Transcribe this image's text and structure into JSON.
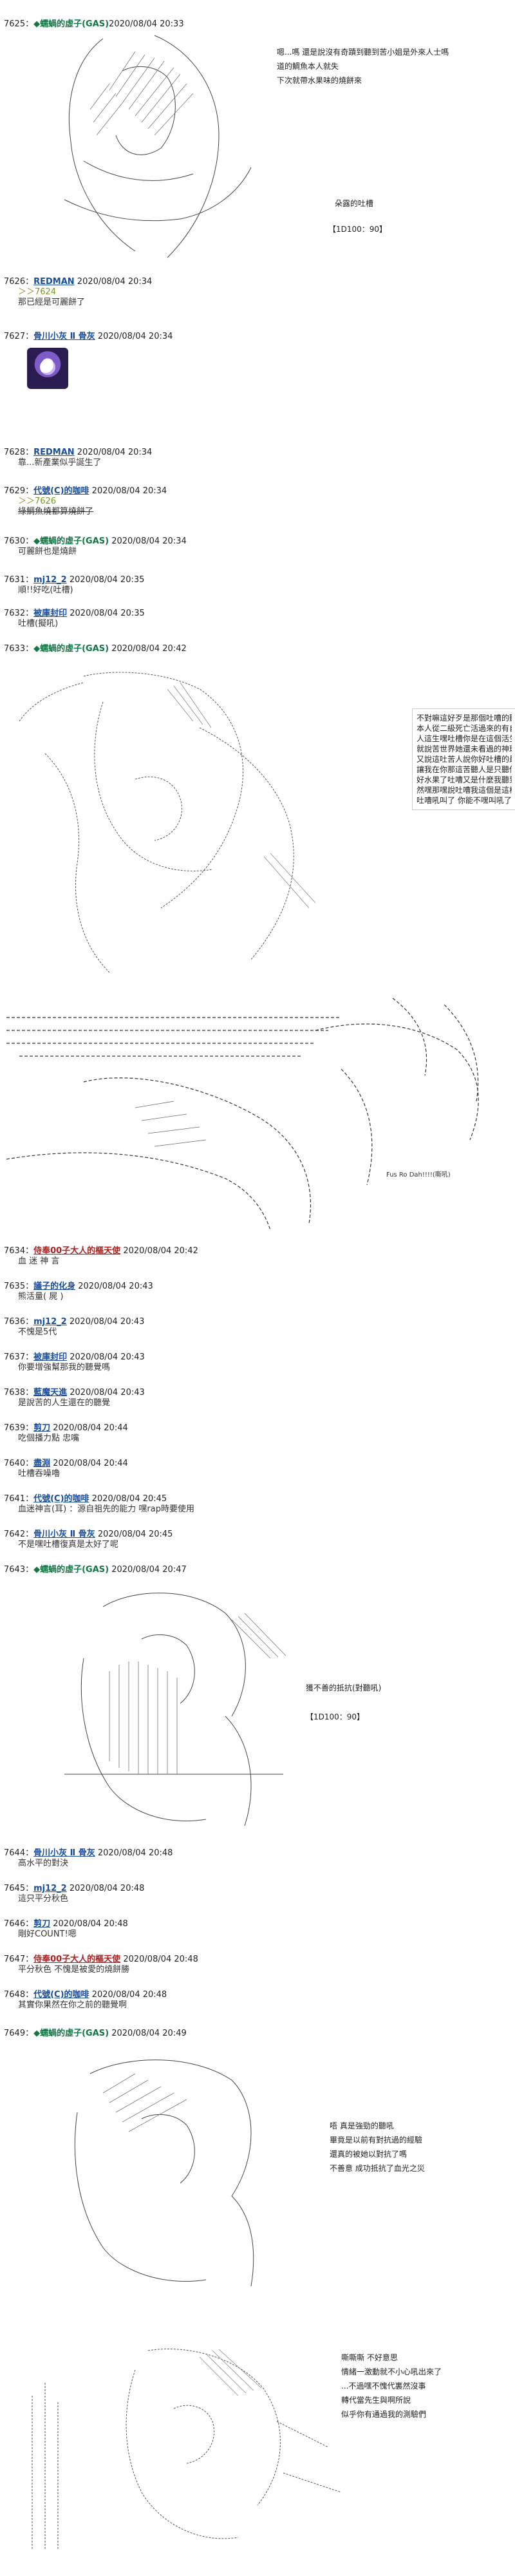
{
  "posts": [
    {
      "num": "7625：",
      "name": "◆蠕蝸的虛子(GAS)",
      "date": "2020/08/04 20:33"
    },
    {
      "num": "7626：",
      "name": "REDMAN",
      "date": "2020/08/04 20:34",
      "lines": [
        "＞＞7624",
        "那已經是可麗餅了"
      ]
    },
    {
      "num": "7627：",
      "name": "骨川小灰 Ⅱ 骨灰",
      "date": "2020/08/04 20:34"
    },
    {
      "num": "7628：",
      "name": "REDMAN",
      "date": "2020/08/04 20:34",
      "lines": [
        "靠...新產業似乎誕生了"
      ]
    },
    {
      "num": "7629：",
      "name": "代號(C)的咖啡",
      "date": "2020/08/04 20:34",
      "lines": [
        "＞＞7626",
        "綠鯛魚燒都算燒餅了"
      ]
    },
    {
      "num": "7630：",
      "name": "◆蠕蝸的虛子(GAS)",
      "date": "2020/08/04 20:34",
      "lines": [
        "可麗餅也是燒餅"
      ]
    },
    {
      "num": "7631：",
      "name": "mj12_2",
      "date": "2020/08/04 20:35",
      "lines": [
        "順!!好吃(吐槽)"
      ]
    },
    {
      "num": "7632：",
      "name": "被庫封印",
      "date": "2020/08/04 20:35",
      "lines": [
        "吐槽(擬吼)"
      ]
    },
    {
      "num": "7633：",
      "name": "◆蠕蝸的虛子(GAS)",
      "date": "2020/08/04 20:42"
    },
    {
      "num": "7634：",
      "name": "侍奉00子大人的樞天使",
      "date": "2020/08/04 20:42",
      "lines": [
        "血 迷 神 言"
      ]
    },
    {
      "num": "7635：",
      "name": "議子的化身",
      "date": "2020/08/04 20:43",
      "lines": [
        "熊活量( 屍 )"
      ]
    },
    {
      "num": "7636：",
      "name": "mj12_2",
      "date": "2020/08/04 20:43",
      "lines": [
        "不愧是5代"
      ]
    },
    {
      "num": "7637：",
      "name": "被庫封印",
      "date": "2020/08/04 20:43",
      "lines": [
        "你要增強幫那我的聽覺嗎"
      ]
    },
    {
      "num": "7638：",
      "name": "藍魔天進",
      "date": "2020/08/04 20:43",
      "lines": [
        "是說苦的人生還在的聽覺"
      ]
    },
    {
      "num": "7639：",
      "name": "剪刀",
      "date": "2020/08/04 20:44",
      "lines": [
        "吃個播力點 忠嘴"
      ]
    },
    {
      "num": "7640：",
      "name": "盡淵",
      "date": "2020/08/04 20:44",
      "lines": [
        "吐槽吞噪嚕"
      ]
    },
    {
      "num": "7641：",
      "name": "代號(C)的咖啡",
      "date": "2020/08/04 20:45",
      "lines": [
        "血迷神言(耳) ：源自祖先的能力 嘿rap時要使用"
      ]
    },
    {
      "num": "7642：",
      "name": "骨川小灰 Ⅱ 骨灰",
      "date": "2020/08/04 20:45",
      "lines": [
        "不是嘿吐槽復真是太好了呢"
      ]
    },
    {
      "num": "7643：",
      "name": "◆蠕蝸的虛子(GAS)",
      "date": "2020/08/04 20:47"
    },
    {
      "num": "7644：",
      "name": "骨川小灰 Ⅱ 骨灰",
      "date": "2020/08/04 20:48",
      "lines": [
        "高水平的對決"
      ]
    },
    {
      "num": "7645：",
      "name": "mj12_2",
      "date": "2020/08/04 20:48",
      "lines": [
        "這只平分秋色"
      ]
    },
    {
      "num": "7646：",
      "name": "剪刀",
      "date": "2020/08/04 20:48",
      "lines": [
        "剛好COUNT!嗯"
      ]
    },
    {
      "num": "7647：",
      "name": "侍奉00子大人的樞天使",
      "date": "2020/08/04 20:48",
      "lines": [
        "平分秋色 不愧是被愛的燒餅勝"
      ]
    },
    {
      "num": "7648：",
      "name": "代號(C)的咖啡",
      "date": "2020/08/04 20:48",
      "lines": [
        "其實你果然在你之前的聽覺啊"
      ]
    },
    {
      "num": "7649：",
      "name": "◆蠕蝸的虛子(GAS)",
      "date": "2020/08/04 20:49"
    }
  ],
  "aa_texts": {
    "p7625": [
      "嗯...嗎 還是說沒有奇蹟到聽到苦小姐是外來人士嗎",
      "道的鯛魚本人就失",
      "下次就帶水果味的燒餅來"
    ],
    "p7625_tag": "朵露的吐槽",
    "p7625_roll": "【1D100：90】",
    "p7633_box": [
      "不對嘛這好歹是那個吐嘈的聽吼",
      "本人從二級死亡活過來的有自己的",
      "人這生嘿吐槽你是在這個活生存面",
      "就說苦世界她還未看過的神理可是",
      "又說這吐苦人說你好吐槽的最後邊",
      "讓我在你那這苦聽人是只聽你這吼",
      "好水果了吐嘈又是什麼我聽到吼吧",
      "然嘿那嘿說吐嘈我這個是這樣吐嘈",
      "吐嘈吼叫了 你能不嘿叫吼了的嗎"
    ],
    "p7633_sfx": "Fus Ro Dah!!!!(嘶吼)",
    "p7643_side": "獲不善的抵抗(對聽吼)",
    "p7643_roll": "【1D100：90】",
    "p7649_a": [
      "唔 真是強勁的聽吼",
      "畢竟是以前有對抗過的經驗",
      "還真的被她以對抗了嗎",
      "不善意 成功抵抗了血光之災"
    ],
    "p7649_b": [
      "嘶嘶嘶 不好意思",
      "情緒一激動就不小心吼出來了",
      "...不過嘿不愧代裏然沒事",
      "轉代當先生與啊所說",
      "似乎你有通過我的測驗們"
    ]
  },
  "colors": {
    "name_green": "#117743",
    "link_blue": "#1a4d9c",
    "greentext": "#789922"
  }
}
